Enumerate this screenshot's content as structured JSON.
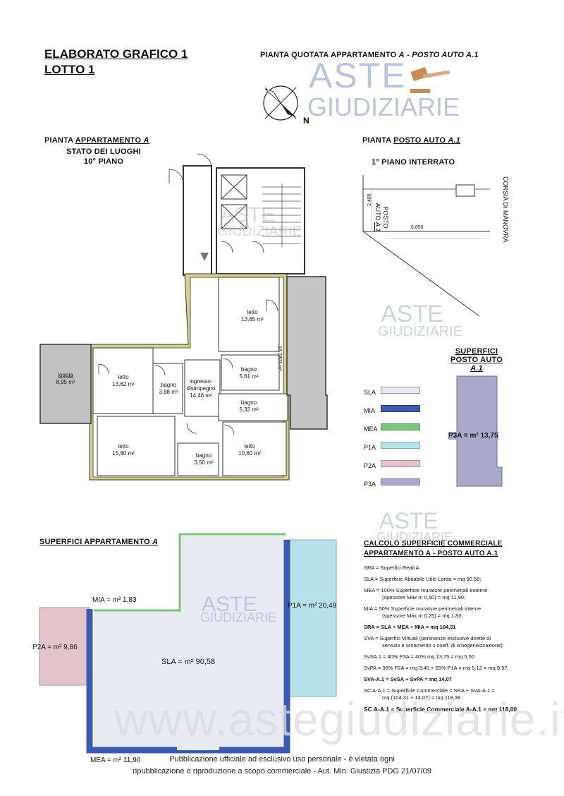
{
  "header": {
    "title_line1": "ELABORATO GRAFICO 1",
    "title_line2": "LOTTO 1",
    "plan_title_prefix": "PIANTA QUOTATA APPARTAMENTO ",
    "plan_title_a": "A",
    "plan_title_mid": " - ",
    "plan_title_posto": "POSTO AUTO A.1",
    "compass_label": "N"
  },
  "watermark": {
    "line1": "ASTE",
    "line2": "GIUDIZIARIE",
    "site": "www.astegiudiziarie.it"
  },
  "apartment": {
    "title_prefix": "PIANTA ",
    "title_u": "APPARTAMENTO ",
    "title_a": "A",
    "subtitle1": "STATO DEI LUOGHI",
    "subtitle2": "10° PIANO",
    "rooms": [
      {
        "name": "letto",
        "area": "13,65 m²"
      },
      {
        "name": "loggia",
        "area": "8,95 m²"
      },
      {
        "name": "letto",
        "area": "13,62 m²"
      },
      {
        "name": "bagno",
        "area": "3,88 m²"
      },
      {
        "name": "ingresso-\ndisimpegno",
        "area": "14,46 m²"
      },
      {
        "name": "bagno",
        "area": "5,61 m²"
      },
      {
        "name": "bagno",
        "area": "5,32 m²"
      },
      {
        "name": "letto",
        "area": "15,80 m²"
      },
      {
        "name": "bagno",
        "area": "3,50 m²"
      },
      {
        "name": "letto",
        "area": "10,60 m²"
      }
    ],
    "terrace_label": "19,2803 m²"
  },
  "parking": {
    "title_prefix": "PIANTA ",
    "title_u": "POSTO AUTO ",
    "title_a": "A.1",
    "floor": "1° PIANO INTERRATO",
    "space_label1": "POSTO",
    "space_label2": "AUTO ",
    "space_label_a": "A.1",
    "dim_width": "5,850",
    "dim_height": "2,400",
    "aisle_label": "CORSIA DI MANOVRA"
  },
  "superfici_posto": {
    "title1": "SUPERFICI",
    "title2_prefix": "POSTO AUTO ",
    "title2_a": "A.1",
    "label": "P3A = m² 13,75"
  },
  "legend": [
    {
      "code": "SLA",
      "color": "#e8ebf1",
      "border": "#8a8f99"
    },
    {
      "code": "MIA",
      "color": "#3c5bb0",
      "border": "#2a3f80"
    },
    {
      "code": "MEA",
      "color": "#7cc47a",
      "border": "#4f9a4d"
    },
    {
      "code": "P1A",
      "color": "#b8e2ea",
      "border": "#7ab0bc"
    },
    {
      "code": "P2A",
      "color": "#e3c4ca",
      "border": "#b0909a"
    },
    {
      "code": "P3A",
      "color": "#a9aacb",
      "border": "#7b7da6"
    }
  ],
  "superfici_app": {
    "title_prefix": "SUPERFICI APPARTAMENTO ",
    "title_a": "A",
    "mi": "MIA = m² 1,83",
    "p1": "P1A = m² 20,49",
    "p2": "P2A = m² 9,86",
    "sl": "SLA = m² 90,58",
    "me": "MEA = m² 11,90"
  },
  "calc": {
    "title1": "CALCOLO SUPERFICIE COMMERCIALE",
    "title2": "APPARTAMENTO A - POSTO AUTO A.1",
    "lines": [
      "SRA = Superfici Reali A",
      "SLA = Superficie Abitabile Utile Lorda = mq 90,58;",
      "MEA = 100% Superficie murature perimetrali esterne",
      "(spessore Max m 0,50) = mq 11,90;",
      "MIA = 50% Superficie murature perimetrali interne",
      "(spessore Max m 0,25) = mq 1,83;",
      "SRA = SLA + MEA + MIA = mq 104,31",
      "SVA = Superfici Virtuali (pertinenze esclusive dirette di",
      "servizio e ornamento x coeff. di omogeneizzazione):",
      "SvSA.1 = 40% P3A = 40% mq 13,75 = mq 5,50",
      "SvPA = 35% P2A = mq 3,45 + 25% P1A = mq 5,12 = mq 8,57;",
      "SVA-A.1 = SvSA + SvPA = mq 14,07",
      "SC A-A.1 = Superficie Commerciale = SRA + SVA-A.1 =",
      "mq (104,31 + 14,07) = mq 118,38",
      "SC A-A.1 = Superficie Commerciale A-A.1 = mq 118,00"
    ]
  },
  "footer": {
    "line1": "Pubblicazione ufficiale ad esclusivo uso personale - è vietata ogni",
    "line2": "ripubblicazione o riproduzione a scopo commerciale - Aut. Min. Giustizia PDG 21/07/09"
  }
}
